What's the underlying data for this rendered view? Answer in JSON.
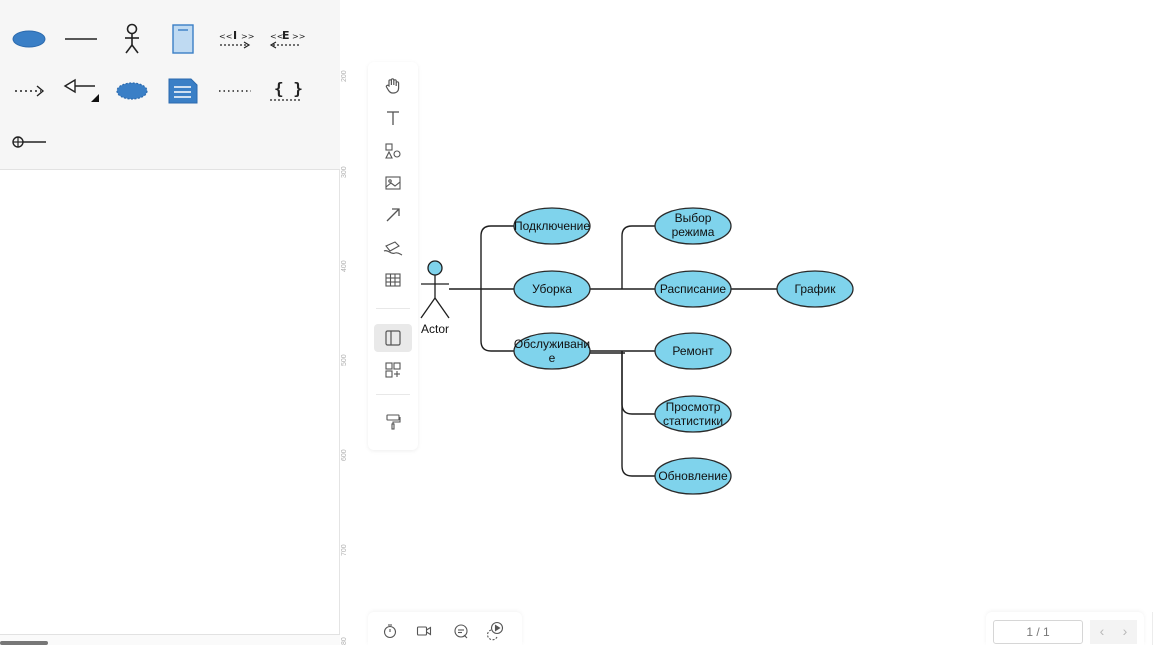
{
  "palette": {
    "items": [
      {
        "icon": "use-case-ellipse-icon"
      },
      {
        "icon": "association-line-icon"
      },
      {
        "icon": "actor-icon"
      },
      {
        "icon": "system-boundary-icon"
      },
      {
        "icon": "include-relation-icon",
        "label": "I"
      },
      {
        "icon": "extend-relation-icon",
        "label": "E"
      },
      {
        "icon": "dependency-arrow-icon"
      },
      {
        "icon": "generalization-arrow-icon"
      },
      {
        "icon": "collaboration-ellipse-icon"
      },
      {
        "icon": "note-icon"
      },
      {
        "icon": "dotted-line-icon"
      },
      {
        "icon": "constraint-braces-icon",
        "label": "{ }"
      },
      {
        "icon": "interface-lollipop-icon"
      }
    ]
  },
  "ruler": {
    "labels": [
      "200",
      "300",
      "400",
      "500",
      "600",
      "700",
      "80"
    ]
  },
  "toolbar": {
    "tools": [
      {
        "icon": "hand-icon"
      },
      {
        "icon": "text-icon"
      },
      {
        "icon": "shapes-icon"
      },
      {
        "icon": "image-icon"
      },
      {
        "icon": "connector-arrow-icon"
      },
      {
        "icon": "freehand-pen-icon"
      },
      {
        "icon": "table-icon"
      },
      {
        "icon": "panel-layout-icon",
        "active": true
      },
      {
        "icon": "add-widget-icon"
      },
      {
        "icon": "format-painter-icon"
      }
    ]
  },
  "bottombar": {
    "buttons": [
      {
        "icon": "timer-icon"
      },
      {
        "icon": "video-icon"
      },
      {
        "icon": "comment-icon"
      },
      {
        "icon": "presentation-play-icon"
      }
    ]
  },
  "pager": {
    "value": "1 / 1",
    "prev": "‹",
    "next": "›"
  },
  "diagram": {
    "actor": {
      "label": "Actor"
    },
    "use_cases": {
      "podklyuchenie": "Подключение",
      "uborka": "Уборка",
      "obsluzhivanie_line1": "Обслуживани",
      "obsluzhivanie_line2": "е",
      "vybor_line1": "Выбор",
      "vybor_line2": "режима",
      "raspisanie": "Расписание",
      "grafik": "График",
      "remont": "Ремонт",
      "prosmotr_line1": "Просмотр",
      "prosmotr_line2": "статистики",
      "obnovlenie": "Обновление"
    },
    "colors": {
      "fill": "#7fd3ec",
      "stroke": "#2a2a2a",
      "line": "#1e1e1e"
    }
  }
}
